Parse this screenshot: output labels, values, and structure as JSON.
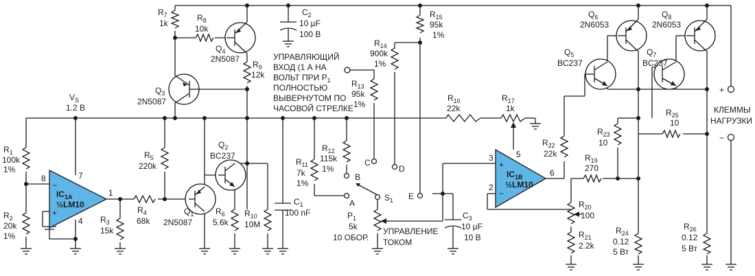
{
  "components": {
    "R1": {
      "ref": "R",
      "sub": "1",
      "v1": "100k",
      "v2": "1%"
    },
    "R2": {
      "ref": "R",
      "sub": "2",
      "v1": "20k",
      "v2": "1%"
    },
    "R3": {
      "ref": "R",
      "sub": "3",
      "v1": "15k"
    },
    "R4": {
      "ref": "R",
      "sub": "4",
      "v1": "68k"
    },
    "R5": {
      "ref": "R",
      "sub": "5",
      "v1": "220k"
    },
    "R6": {
      "ref": "R",
      "sub": "6",
      "v1": "5.6k"
    },
    "R7": {
      "ref": "R",
      "sub": "7",
      "v1": "1k"
    },
    "R8": {
      "ref": "R",
      "sub": "8",
      "v1": "10k"
    },
    "R9": {
      "ref": "R",
      "sub": "9",
      "v1": "12k"
    },
    "R10": {
      "ref": "R",
      "sub": "10",
      "v1": "10M"
    },
    "R11": {
      "ref": "R",
      "sub": "11",
      "v1": "7k",
      "v2": "1%"
    },
    "R12": {
      "ref": "R",
      "sub": "12",
      "v1": "115k",
      "v2": "1%"
    },
    "R13": {
      "ref": "R",
      "sub": "13",
      "v1": "95k",
      "v2": "1%"
    },
    "R14": {
      "ref": "R",
      "sub": "14",
      "v1": "900k",
      "v2": "1%"
    },
    "R15": {
      "ref": "R",
      "sub": "15",
      "v1": "95k",
      "v2": "1%"
    },
    "R16": {
      "ref": "R",
      "sub": "16",
      "v1": "22k"
    },
    "R17": {
      "ref": "R",
      "sub": "17",
      "v1": "1k"
    },
    "R19": {
      "ref": "R",
      "sub": "19",
      "v1": "270"
    },
    "R20": {
      "ref": "R",
      "sub": "20",
      "v1": "100"
    },
    "R21": {
      "ref": "R",
      "sub": "21",
      "v1": "2.2k"
    },
    "R22": {
      "ref": "R",
      "sub": "22",
      "v1": "22k"
    },
    "R23": {
      "ref": "R",
      "sub": "23",
      "v1": "10"
    },
    "R24": {
      "ref": "R",
      "sub": "24",
      "v1": "0.12",
      "v2": "5 Вт"
    },
    "R25": {
      "ref": "R",
      "sub": "25",
      "v1": "10"
    },
    "R26": {
      "ref": "R",
      "sub": "26",
      "v1": "0.12",
      "v2": "5 Вт"
    },
    "C1": {
      "ref": "C",
      "sub": "1",
      "v1": "100 nF"
    },
    "C2": {
      "ref": "C",
      "sub": "2",
      "v1": "10 µF",
      "v2": "100 В"
    },
    "C3": {
      "ref": "C",
      "sub": "3",
      "v1": "10 µF",
      "v2": "10 В"
    },
    "Q1": {
      "ref": "Q",
      "sub": "1",
      "part": "2N5087"
    },
    "Q2": {
      "ref": "Q",
      "sub": "2",
      "part": "BC237"
    },
    "Q3": {
      "ref": "Q",
      "sub": "3",
      "part": "2N5087"
    },
    "Q4": {
      "ref": "Q",
      "sub": "4",
      "part": "2N5087"
    },
    "Q5": {
      "ref": "Q",
      "sub": "5",
      "part": "BC237"
    },
    "Q6": {
      "ref": "Q",
      "sub": "6",
      "part": "2N6053"
    },
    "Q7": {
      "ref": "Q",
      "sub": "7",
      "part": "BC237"
    },
    "Q8": {
      "ref": "Q",
      "sub": "8",
      "part": "2N6053"
    },
    "IC1A": {
      "ref": "IC",
      "sub": "1A",
      "part": "½LM10"
    },
    "IC1B": {
      "ref": "IC",
      "sub": "1B",
      "part": "½LM10"
    },
    "P1": {
      "ref": "P",
      "sub": "1",
      "v1": "5k",
      "v2": "10 ОБОР."
    },
    "S1": {
      "ref": "S",
      "sub": "1"
    },
    "VS": {
      "ref": "V",
      "sub": "S",
      "v1": "1.2 В"
    }
  },
  "pins": {
    "ic1a_inv": "8",
    "ic1a_v": "7",
    "ic1a_out": "1",
    "ic1a_gnd": "4",
    "ic1b_plus": "3",
    "ic1b_minus": "2",
    "ic1b_v": "5",
    "ic1b_out": "6"
  },
  "op_signs": {
    "minus": "−",
    "plus": "+"
  },
  "switch_positions": {
    "A": "A",
    "B": "B",
    "C": "C",
    "D": "D",
    "E": "E"
  },
  "labels": {
    "control_input": [
      "УПРАВЛЯЮЩИЙ",
      "ВХОД (1 А НА",
      "ВОЛЬТ ПРИ P",
      "ПОЛНОСТЬЮ",
      "ВЫВЕРНУТОМ ПО",
      "ЧАСОВОЙ СТРЕЛКЕ"
    ],
    "control_input_sub": "1",
    "current_control": [
      "УПРАВЛЕНИЕ",
      "ТОКОМ"
    ],
    "load_terminals": [
      "КЛЕММЫ",
      "НАГРУЗКИ"
    ],
    "plus": "+",
    "minus": "−"
  }
}
